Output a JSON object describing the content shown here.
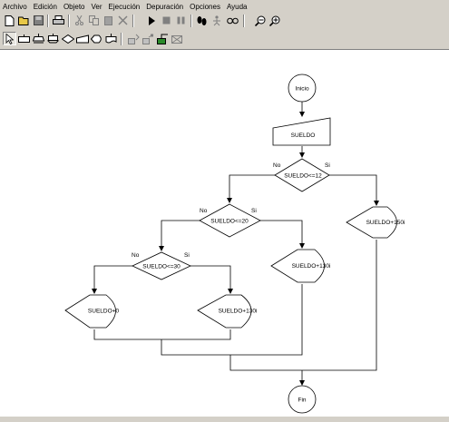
{
  "menu": [
    "Archivo",
    "Edición",
    "Objeto",
    "Ver",
    "Ejecución",
    "Depuración",
    "Opciones",
    "Ayuda"
  ],
  "toolbar1": [
    {
      "name": "new-file-icon"
    },
    {
      "name": "open-folder-icon"
    },
    {
      "name": "save-icon"
    },
    {
      "name": "print-icon"
    },
    {
      "name": "cut-icon"
    },
    {
      "name": "copy-icon"
    },
    {
      "name": "paste-icon"
    },
    {
      "name": "delete-icon"
    },
    {
      "name": "run-icon"
    },
    {
      "name": "stop-icon"
    },
    {
      "name": "pause-icon"
    },
    {
      "name": "step-icon"
    },
    {
      "name": "trace-icon"
    },
    {
      "name": "watch-icon"
    },
    {
      "name": "zoom-out-icon"
    },
    {
      "name": "zoom-in-icon"
    }
  ],
  "toolbar2": [
    {
      "name": "pointer-tool-icon"
    },
    {
      "name": "process-tool-icon"
    },
    {
      "name": "input-tool-icon"
    },
    {
      "name": "output-tool-icon"
    },
    {
      "name": "decision-tool-icon"
    },
    {
      "name": "manual-input-tool-icon"
    },
    {
      "name": "display-tool-icon"
    },
    {
      "name": "document-tool-icon"
    },
    {
      "name": "connector-tool-icon"
    },
    {
      "name": "subprocess-tool-icon"
    },
    {
      "name": "loop-tool-icon"
    },
    {
      "name": "comment-tool-icon"
    }
  ],
  "flowchart": {
    "start": "Inicio",
    "input": "SUELDO",
    "d1": {
      "label": "SUELDO<=12",
      "no": "No",
      "yes": "Si"
    },
    "d2": {
      "label": "SUELDO<=20",
      "no": "No",
      "yes": "Si"
    },
    "d3": {
      "label": "SUELDO<=30",
      "no": "No",
      "yes": "Si"
    },
    "out1": "SUELDO+150i",
    "out2": "SUELDO+130i",
    "out3": "SUELDO+130i",
    "out4": "SUELDO+0",
    "end": "Fin"
  }
}
